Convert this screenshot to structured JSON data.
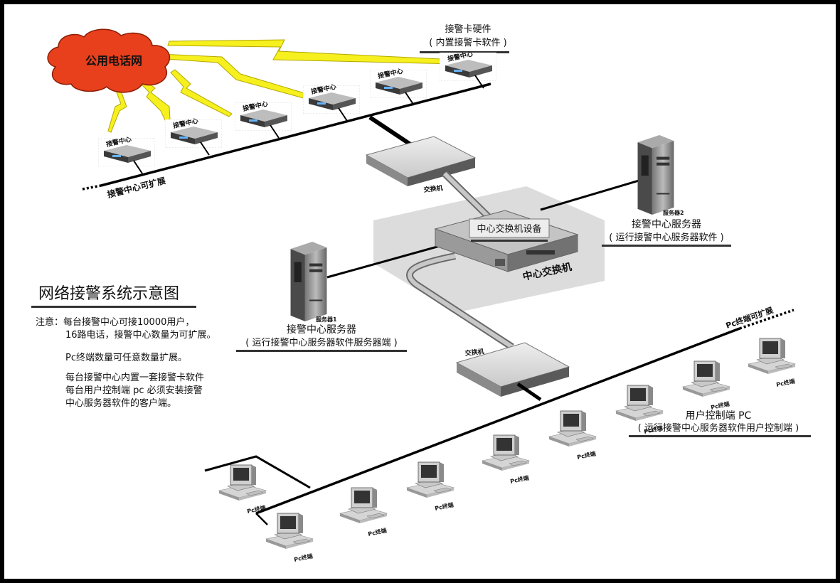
{
  "cloud": {
    "label": "公用电话网"
  },
  "card_hardware": {
    "line1": "接警卡硬件",
    "line2": "( 内置接警卡软件 )"
  },
  "alarm_centers": {
    "label": "接警中心",
    "expand_label": "接警中心可扩展"
  },
  "switch_label": "交换机",
  "central_switch": {
    "device_label": "中心交换机设备",
    "name": "中心交换机"
  },
  "server1": {
    "tag": "服务器1",
    "line1": "接警中心服务器",
    "line2": "( 运行接警中心服务器软件服务器端 )"
  },
  "server2": {
    "tag": "服务器2",
    "line1": "接警中心服务器",
    "line2": "( 运行接警中心服务器软件 )"
  },
  "pc": {
    "label": "Pc终端",
    "expand_label": "Pc终端可扩展"
  },
  "client": {
    "line1": "用户控制端 PC",
    "line2": "( 运行接警中心服务器软件用户控制端 )"
  },
  "title": "网络接警系统示意图",
  "notes": {
    "note1_a": "注意：每台接警中心可接10000用户，",
    "note1_b": "16路电话，接警中心数量为可扩展。",
    "note2": "Pc终端数量可任意数量扩展。",
    "note3_a": "每台接警中心内置一套接警卡软件",
    "note3_b": "每台用户控制端 pc 必须安装接警",
    "note3_c": "中心服务器软件的客户端。"
  },
  "colors": {
    "cloud": "#e8401c",
    "lightning": "#f5f01e",
    "note_blue": "#1b2a8a",
    "bus": "#000000"
  }
}
